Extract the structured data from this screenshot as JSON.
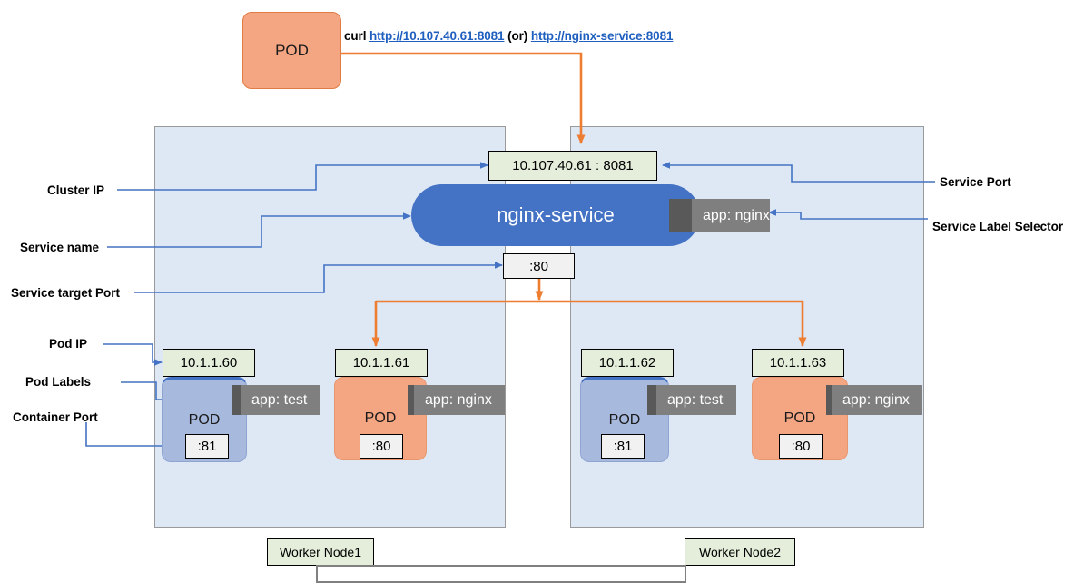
{
  "diagram": {
    "title": "Kubernetes nginx-service ClusterIP diagram",
    "colors": {
      "service_blue": "#4472C4",
      "pod_orange": "#F4A582",
      "pod_blue": "#A8B9DE",
      "node_bg": "#DEE8F5",
      "ip_box_green": "#E4EEDB",
      "badge_gray": "#7F7F7F",
      "arrow_orange": "#ED7D31",
      "arrow_blue": "#4472C4",
      "link_blue": "#1F5FBF"
    }
  },
  "client": {
    "pod_label": "POD",
    "command_prefix": "curl ",
    "url_ip": "http://10.107.40.61:8081",
    "separator": " (or) ",
    "url_dns": "http://nginx-service:8081"
  },
  "service": {
    "name": "nginx-service",
    "cluster_ip_port": "10.107.40.61 : 8081",
    "target_port": ":80",
    "selector_badge": "app: nginx"
  },
  "captions": {
    "left": [
      "Cluster IP",
      "Service name",
      "Service target Port",
      "Pod IP",
      "Pod Labels",
      "Container Port"
    ],
    "right": [
      "Service Port",
      "Service Label Selector"
    ]
  },
  "nodes": [
    {
      "name": "Worker Node1",
      "pods": [
        {
          "ip": "10.1.1.60",
          "label": "POD",
          "badge": "app: test",
          "port": ":81",
          "color": "blue"
        },
        {
          "ip": "10.1.1.61",
          "label": "POD",
          "badge": "app: nginx",
          "port": ":80",
          "color": "orange"
        }
      ]
    },
    {
      "name": "Worker Node2",
      "pods": [
        {
          "ip": "10.1.1.62",
          "label": "POD",
          "badge": "app: test",
          "port": ":81",
          "color": "blue"
        },
        {
          "ip": "10.1.1.63",
          "label": "POD",
          "badge": "app: nginx",
          "port": ":80",
          "color": "orange"
        }
      ]
    }
  ]
}
